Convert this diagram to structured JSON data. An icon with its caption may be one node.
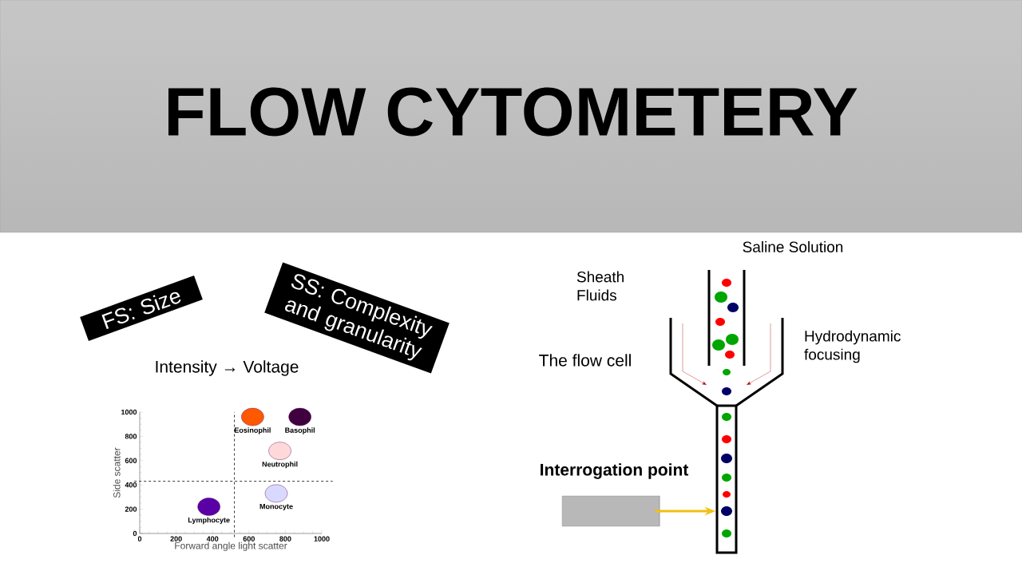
{
  "diagram": {
    "title": "FLOW CYTOMETERY",
    "nodes": [
      {
        "text": [
          "FS: Size"
        ]
      },
      {
        "text": [
          "SS: Complexity and granularity"
        ]
      },
      {
        "text": [],
        "shape": "cylinder"
      },
      {
        "text": [],
        "shape": "box"
      }
    ],
    "edges": [
      {
        "from": 2,
        "to": 3,
        "arrow": "to",
        "color": "#f2c011"
      }
    ],
    "labels": [
      "Intensity → Voltage",
      "Saline Solution",
      "Sheath Fluids",
      "Hydrodynamic focusing",
      "The flow cell",
      "Interrogation point"
    ],
    "chart_data": {
      "type": "scatter",
      "xlabel": "Forward angle light scatter",
      "ylabel": "Side scatter",
      "xlim": [
        0,
        1000
      ],
      "ylim": [
        0,
        1000
      ],
      "xticks": [
        0,
        200,
        400,
        600,
        800,
        1000
      ],
      "yticks": [
        0,
        200,
        400,
        600,
        800,
        1000
      ],
      "x": [
        620,
        880,
        770,
        380,
        750
      ],
      "series": [
        {
          "values": [
            960,
            960,
            680,
            220,
            330
          ]
        }
      ],
      "ref_lines": [
        {
          "axis": "x",
          "value": 520
        },
        {
          "axis": "y",
          "value": 430
        }
      ],
      "annotations": [
        "Eosinophil",
        "Basophil",
        "Neutrophil",
        "Lymphocyte",
        "Monocyte"
      ]
    }
  }
}
